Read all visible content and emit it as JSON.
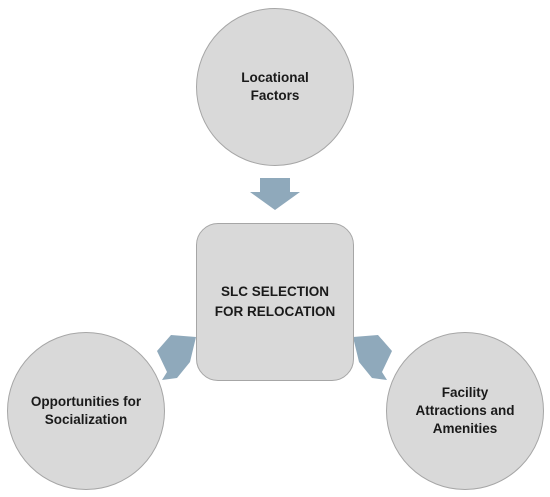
{
  "diagram": {
    "top_node": {
      "label": "Locational\nFactors"
    },
    "center_node": {
      "label": "SLC SELECTION\nFOR RELOCATION"
    },
    "left_node": {
      "label": "Opportunities for\nSocialization"
    },
    "right_node": {
      "label": "Facility\nAttractions and\nAmenities"
    }
  },
  "colors": {
    "node_fill": "#d9d9d9",
    "node_border": "#a6a6a6",
    "arrow_fill": "#8fa9bb",
    "text": "#1a1a1a"
  }
}
